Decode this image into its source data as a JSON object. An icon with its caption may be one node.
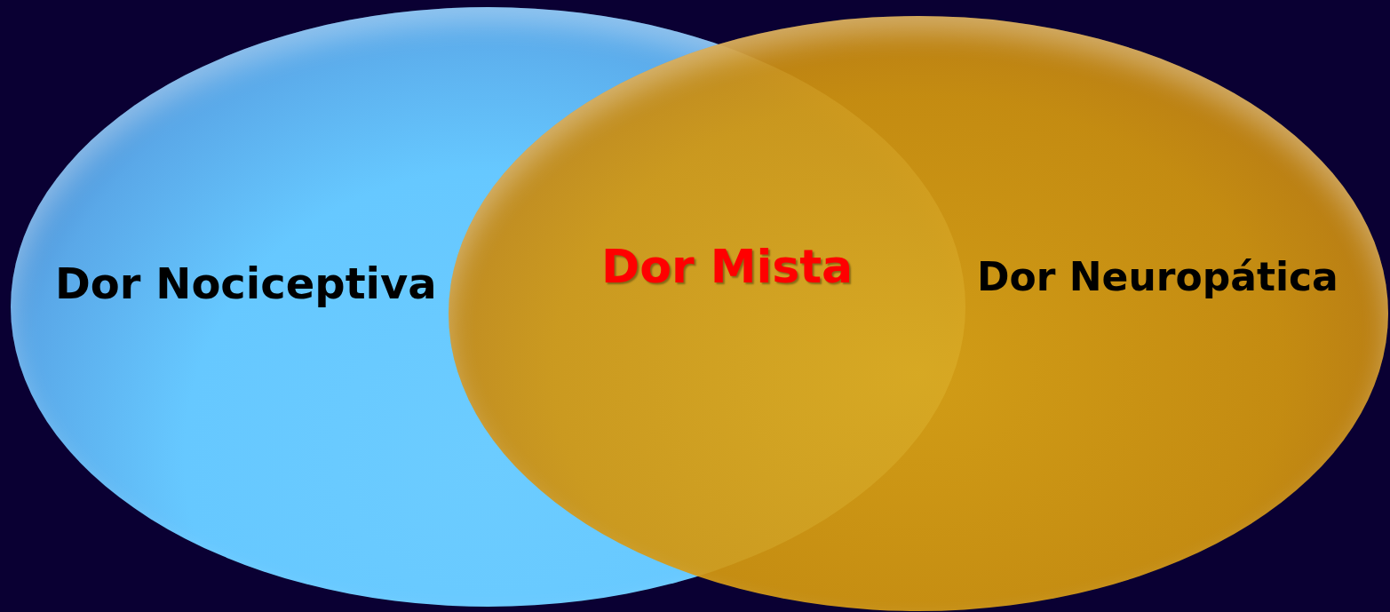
{
  "diagram": {
    "nodes": [
      {
        "text": [
          "Dor Nociceptiva"
        ]
      },
      {
        "text": [
          "Dor Neuropática"
        ]
      }
    ],
    "labels": [
      "Dor Mista"
    ]
  }
}
